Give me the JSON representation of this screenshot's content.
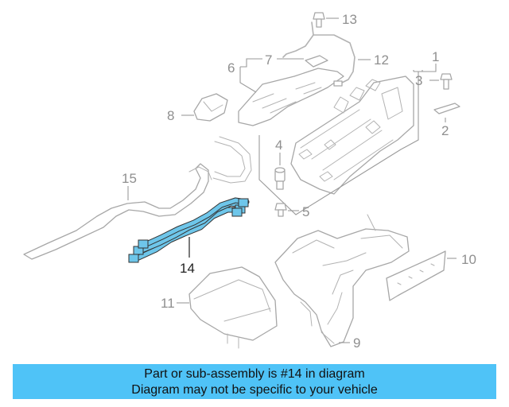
{
  "callouts": {
    "c1": "1",
    "c2": "2",
    "c3": "3",
    "c4": "4",
    "c5": "5",
    "c6": "6",
    "c7": "7",
    "c8": "8",
    "c9": "9",
    "c10": "10",
    "c11": "11",
    "c12": "12",
    "c13": "13",
    "c14": "14",
    "c15": "15"
  },
  "highlighted_part": "14",
  "colors": {
    "highlight": "#6ec6ea",
    "banner": "#4fc3f7",
    "line_art": "#a7a7a7"
  },
  "banner": {
    "line1": "Part or sub-assembly is #14 in diagram",
    "line2": "Diagram may not be specific to your vehicle"
  }
}
